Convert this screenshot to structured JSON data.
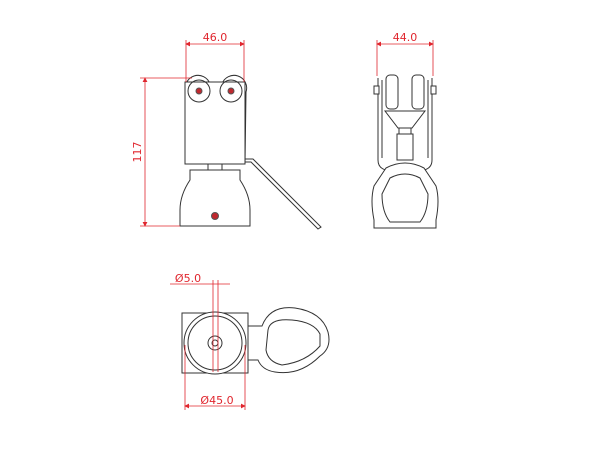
{
  "dimensions": {
    "front_width": "46.0",
    "front_height": "117",
    "side_width": "44.0",
    "pin_diameter": "Ø5.0",
    "body_diameter": "Ø45.0"
  },
  "colors": {
    "dimension": "#e0262e",
    "outline": "#333333",
    "background": "#ffffff"
  }
}
